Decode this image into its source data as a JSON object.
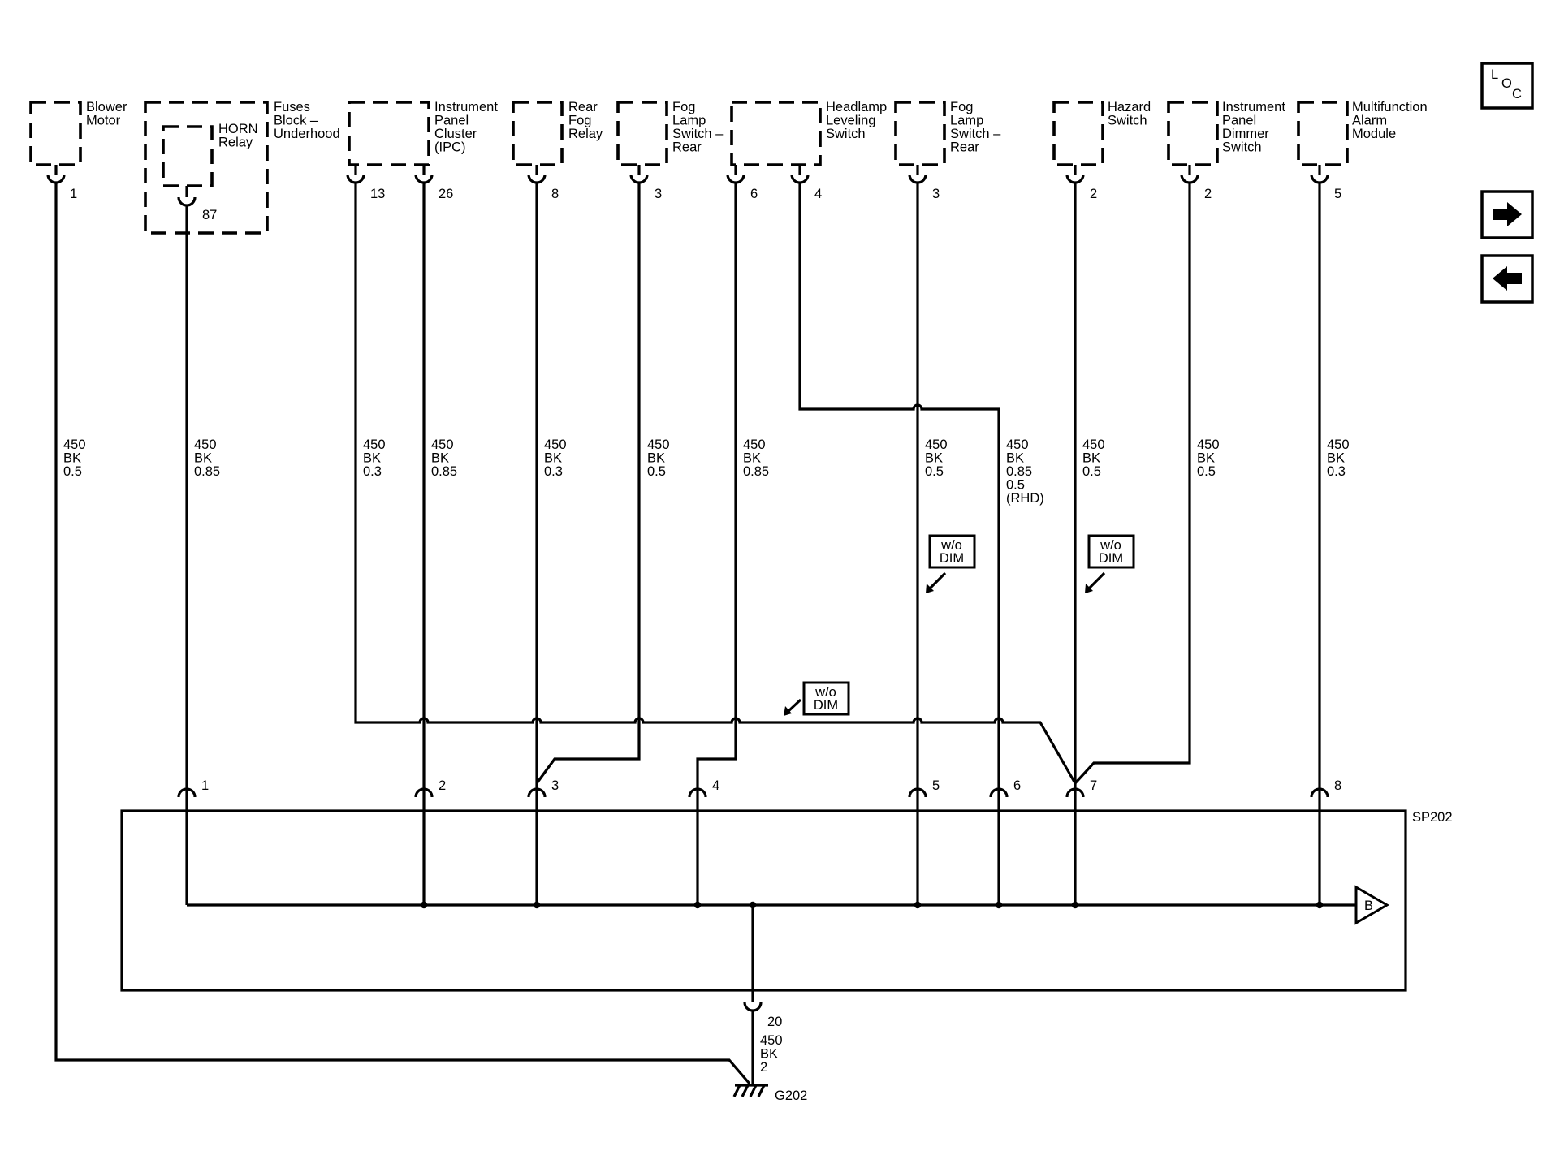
{
  "components": [
    {
      "id": "blower",
      "lines": [
        "Blower",
        "Motor"
      ]
    },
    {
      "id": "fuses",
      "lines": [
        "Fuses",
        "Block –",
        "Underhood"
      ]
    },
    {
      "id": "horn",
      "lines": [
        "HORN",
        "Relay"
      ]
    },
    {
      "id": "ipc",
      "lines": [
        "Instrument",
        "Panel",
        "Cluster",
        "(IPC)"
      ]
    },
    {
      "id": "rearfog",
      "lines": [
        "Rear",
        "Fog",
        "Relay"
      ]
    },
    {
      "id": "fogsw1",
      "lines": [
        "Fog",
        "Lamp",
        "Switch –",
        "Rear"
      ]
    },
    {
      "id": "headlamp",
      "lines": [
        "Headlamp",
        "Leveling",
        "Switch"
      ]
    },
    {
      "id": "fogsw2",
      "lines": [
        "Fog",
        "Lamp",
        "Switch –",
        "Rear"
      ]
    },
    {
      "id": "hazard",
      "lines": [
        "Hazard",
        "Switch"
      ]
    },
    {
      "id": "dimmer",
      "lines": [
        "Instrument",
        "Panel",
        "Dimmer",
        "Switch"
      ]
    },
    {
      "id": "alarm",
      "lines": [
        "Multifunction",
        "Alarm",
        "Module"
      ]
    }
  ],
  "pins": [
    "1",
    "87",
    "13",
    "26",
    "8",
    "3",
    "6",
    "4",
    "3",
    "2",
    "2",
    "5"
  ],
  "wires": [
    [
      "450",
      "BK",
      "0.5"
    ],
    [
      "450",
      "BK",
      "0.85"
    ],
    [
      "450",
      "BK",
      "0.3"
    ],
    [
      "450",
      "BK",
      "0.85"
    ],
    [
      "450",
      "BK",
      "0.3"
    ],
    [
      "450",
      "BK",
      "0.5"
    ],
    [
      "450",
      "BK",
      "0.85"
    ],
    [
      "450",
      "BK",
      "0.5"
    ],
    [
      "450",
      "BK",
      "0.85",
      "0.5",
      "(RHD)"
    ],
    [
      "450",
      "BK",
      "0.5"
    ],
    [
      "450",
      "BK",
      "0.5"
    ],
    [
      "450",
      "BK",
      "0.3"
    ]
  ],
  "options": [
    [
      "w/o",
      "DIM"
    ],
    [
      "w/o",
      "DIM"
    ],
    [
      "w/o",
      "DIM"
    ]
  ],
  "splice": {
    "name": "SP202",
    "pins": [
      "1",
      "2",
      "3",
      "4",
      "5",
      "6",
      "7",
      "8"
    ],
    "out_pin": "20",
    "arrow_label": "B"
  },
  "ground": {
    "name": "G202",
    "wire": [
      "450",
      "BK",
      "2"
    ]
  },
  "nav": {
    "loc": [
      "L",
      "O",
      "C"
    ]
  }
}
